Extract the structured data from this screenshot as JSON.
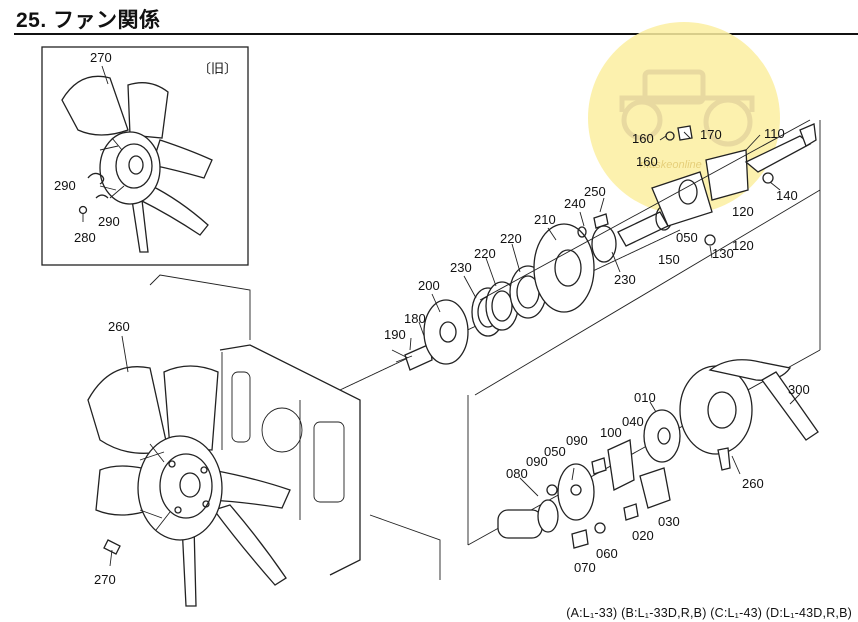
{
  "header": {
    "title": "25. ファン関係"
  },
  "inset": {
    "tag": "〔旧〕"
  },
  "watermark": {
    "text": "maskeonline",
    "color": "#f3d86a"
  },
  "labels": {
    "l270a": "270",
    "l290a": "290",
    "l290b": "290",
    "l280": "280",
    "l260a": "260",
    "l270b": "270",
    "l190": "190",
    "l180": "180",
    "l200": "200",
    "l230a": "230",
    "l220a": "220",
    "l220b": "220",
    "l210": "210",
    "l240": "240",
    "l250": "250",
    "l230b": "230",
    "l150": "150",
    "l050a": "050",
    "l160a": "160",
    "l170": "170",
    "l110": "110",
    "l160b": "160",
    "l140": "140",
    "l120a": "120",
    "l130": "130",
    "l120b": "120",
    "l010": "010",
    "l040": "040",
    "l100": "100",
    "l090a": "090",
    "l050b": "050",
    "l090b": "090",
    "l080": "080",
    "l030": "030",
    "l020": "020",
    "l060": "060",
    "l070": "070",
    "l300": "300",
    "l260b": "260"
  },
  "footer": {
    "text": "(A:L₁-33) (B:L₁-33D,R,B) (C:L₁-43) (D:L₁-43D,R,B)"
  }
}
